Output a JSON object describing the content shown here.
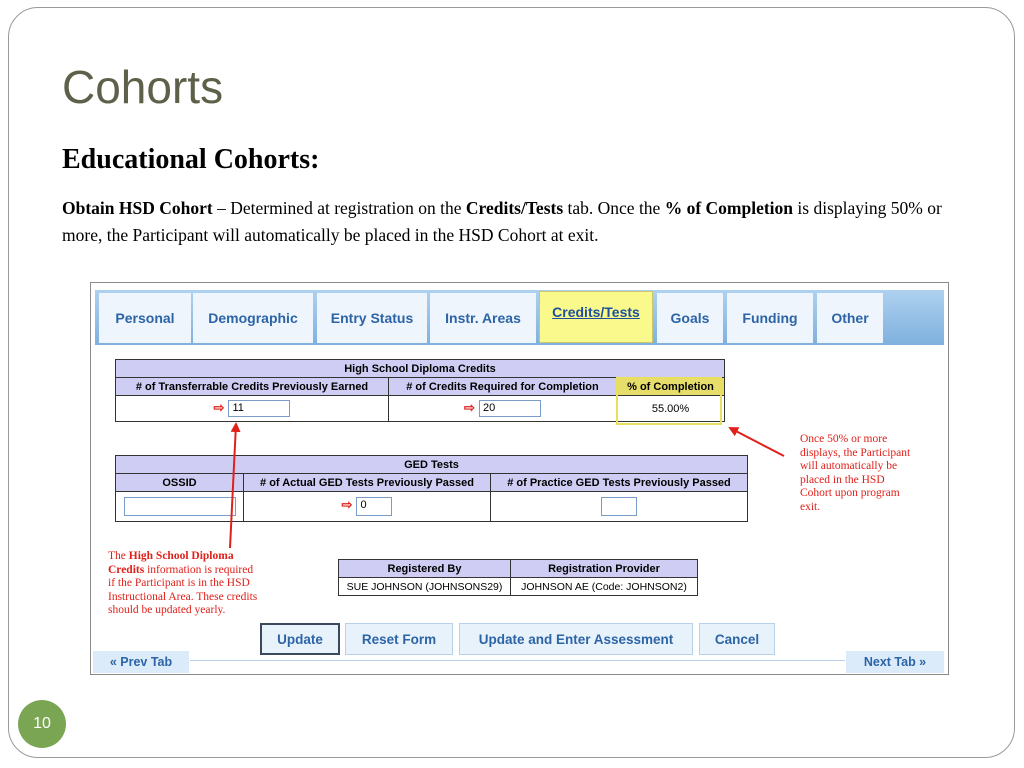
{
  "slide": {
    "title": "Cohorts",
    "subtitle": "Educational Cohorts:",
    "paragraph": {
      "term1": "Obtain HSD Cohort",
      "text1": " – Determined at registration on the ",
      "term2": "Credits/Tests",
      "text2": " tab.  Once the ",
      "term3": "% of Completion",
      "text3": " is displaying 50% or more, the Participant will automatically be placed in the HSD Cohort at exit."
    },
    "page_number": "10"
  },
  "app": {
    "tabs": [
      {
        "label": "Personal",
        "active": false
      },
      {
        "label": "Demographic",
        "active": false
      },
      {
        "label": "Entry Status",
        "active": false
      },
      {
        "label": "Instr. Areas",
        "active": false
      },
      {
        "label": "Credits/Tests",
        "active": true
      },
      {
        "label": "Goals",
        "active": false
      },
      {
        "label": "Funding",
        "active": false
      },
      {
        "label": "Other",
        "active": false
      }
    ],
    "hsd_credits": {
      "title": "High School Diploma Credits",
      "col1": "# of Transferrable Credits Previously Earned",
      "col2": "# of Credits Required for Completion",
      "col3": "% of Completion",
      "earned_value": "11",
      "required_value": "20",
      "completion": "55.00%"
    },
    "ged_tests": {
      "title": "GED Tests",
      "col1": "OSSID",
      "col2": "# of Actual GED Tests Previously Passed",
      "col3": "# of Practice GED Tests Previously Passed",
      "ossid_value": "",
      "actual_value": "0",
      "practice_value": ""
    },
    "registration": {
      "col1": "Registered By",
      "col2": "Registration Provider",
      "registered_by": "SUE JOHNSON (JOHNSONS29)",
      "provider": "JOHNSON AE (Code: JOHNSON2)"
    },
    "buttons": {
      "update": "Update",
      "reset": "Reset Form",
      "update_assess": "Update and Enter Assessment",
      "cancel": "Cancel"
    },
    "nav": {
      "prev": "« Prev Tab",
      "next": "Next Tab »"
    }
  },
  "callouts": {
    "left": {
      "t1": "The ",
      "b1": "High School Diploma Credits",
      "t2": " information is required if the Participant is in the HSD Instructional Area.  These credits should be updated yearly."
    },
    "right": "Once 50% or more displays, the Participant will automatically be placed in the HSD Cohort upon program exit."
  },
  "colors": {
    "accent_red": "#e0201a",
    "tab_blue": "#2c64a6",
    "highlight_yellow": "#fafa8c",
    "header_lavender": "#cfcdf3",
    "page_badge_green": "#7aa654"
  }
}
